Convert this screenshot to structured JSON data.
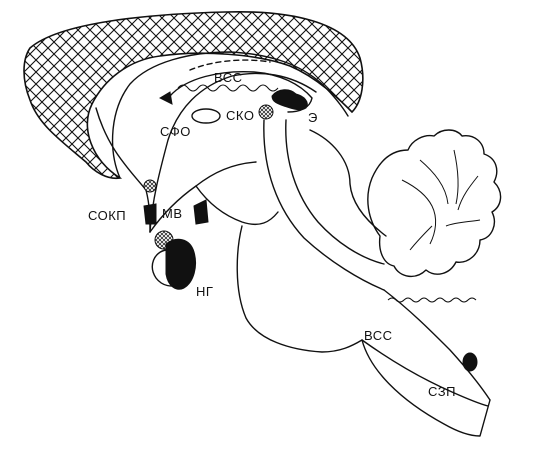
{
  "labels": {
    "vss_top": "ВСС",
    "sfo": "СФО",
    "sko": "СКО",
    "e": "Э",
    "sokp": "СОКП",
    "mv": "МВ",
    "ng": "НГ",
    "vss_bottom": "ВСС",
    "szp": "СЗП"
  },
  "colors": {
    "ink": "#111111",
    "paper": "#ffffff"
  }
}
